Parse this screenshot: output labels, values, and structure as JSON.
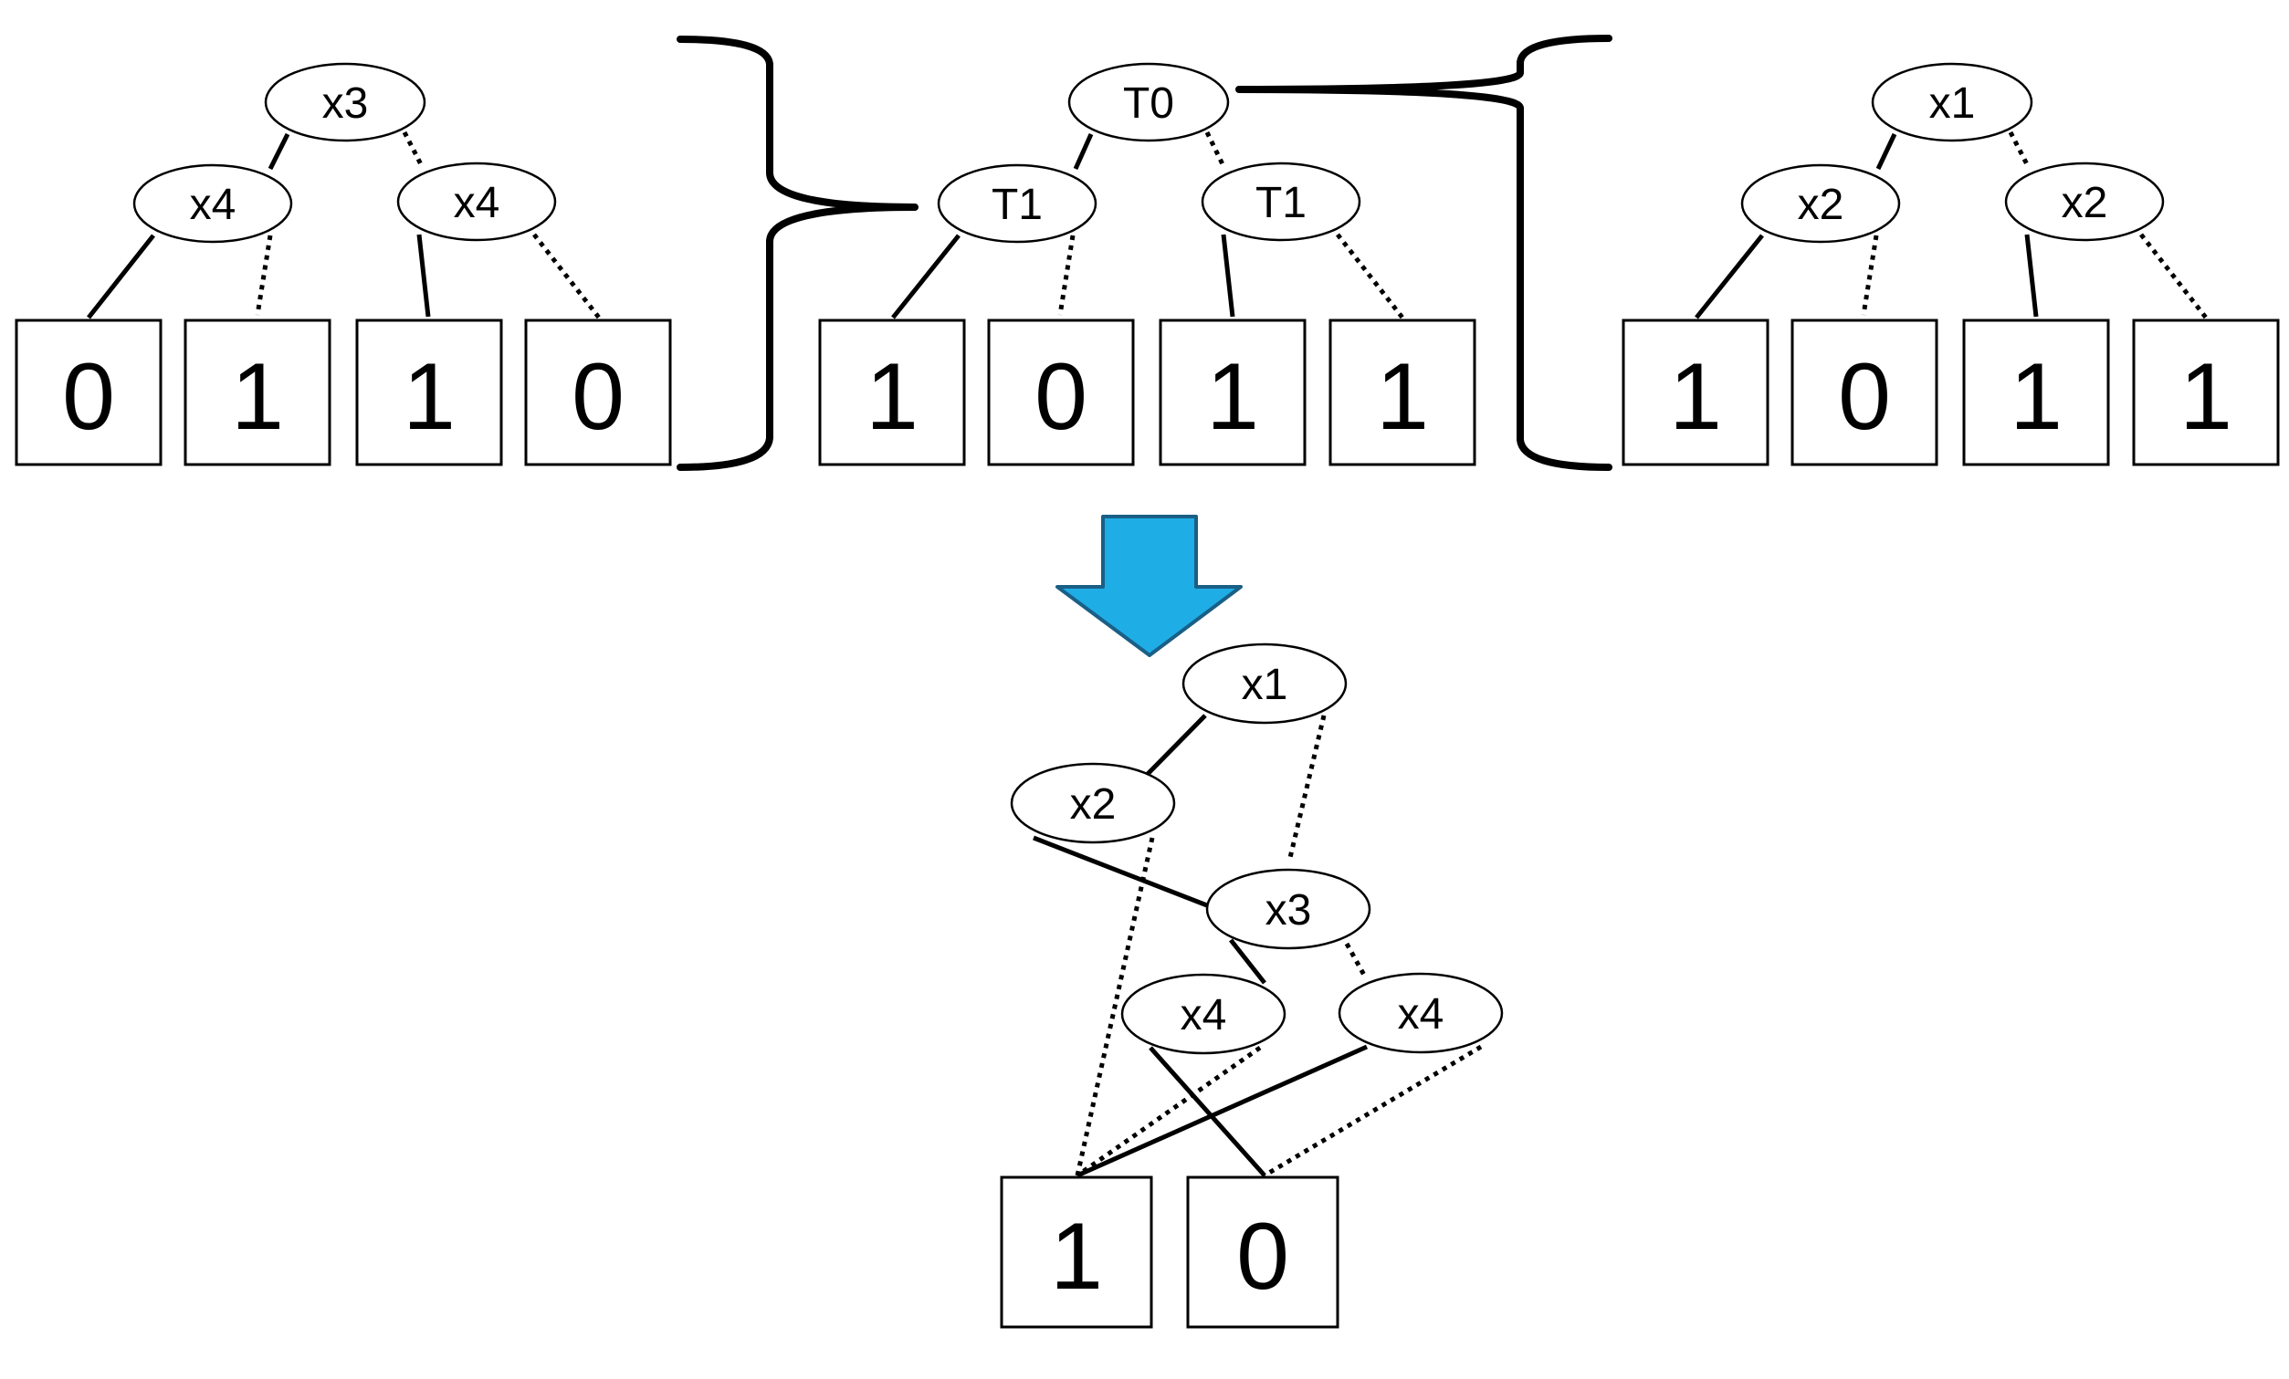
{
  "colors": {
    "arrow_fill": "#1fade6",
    "arrow_stroke": "#1a5f86",
    "line": "#000000"
  },
  "left_tree": {
    "root": "x3",
    "children": [
      "x4",
      "x4"
    ],
    "leaves": [
      "0",
      "1",
      "1",
      "0"
    ]
  },
  "middle_tree": {
    "root": "T0",
    "children": [
      "T1",
      "T1"
    ],
    "leaves": [
      "1",
      "0",
      "1",
      "1"
    ]
  },
  "right_tree": {
    "root": "x1",
    "children": [
      "x2",
      "x2"
    ],
    "leaves": [
      "1",
      "0",
      "1",
      "1"
    ]
  },
  "result_diagram": {
    "nodes": [
      "x1",
      "x2",
      "x3",
      "x4",
      "x4"
    ],
    "leaves": [
      "1",
      "0"
    ]
  }
}
